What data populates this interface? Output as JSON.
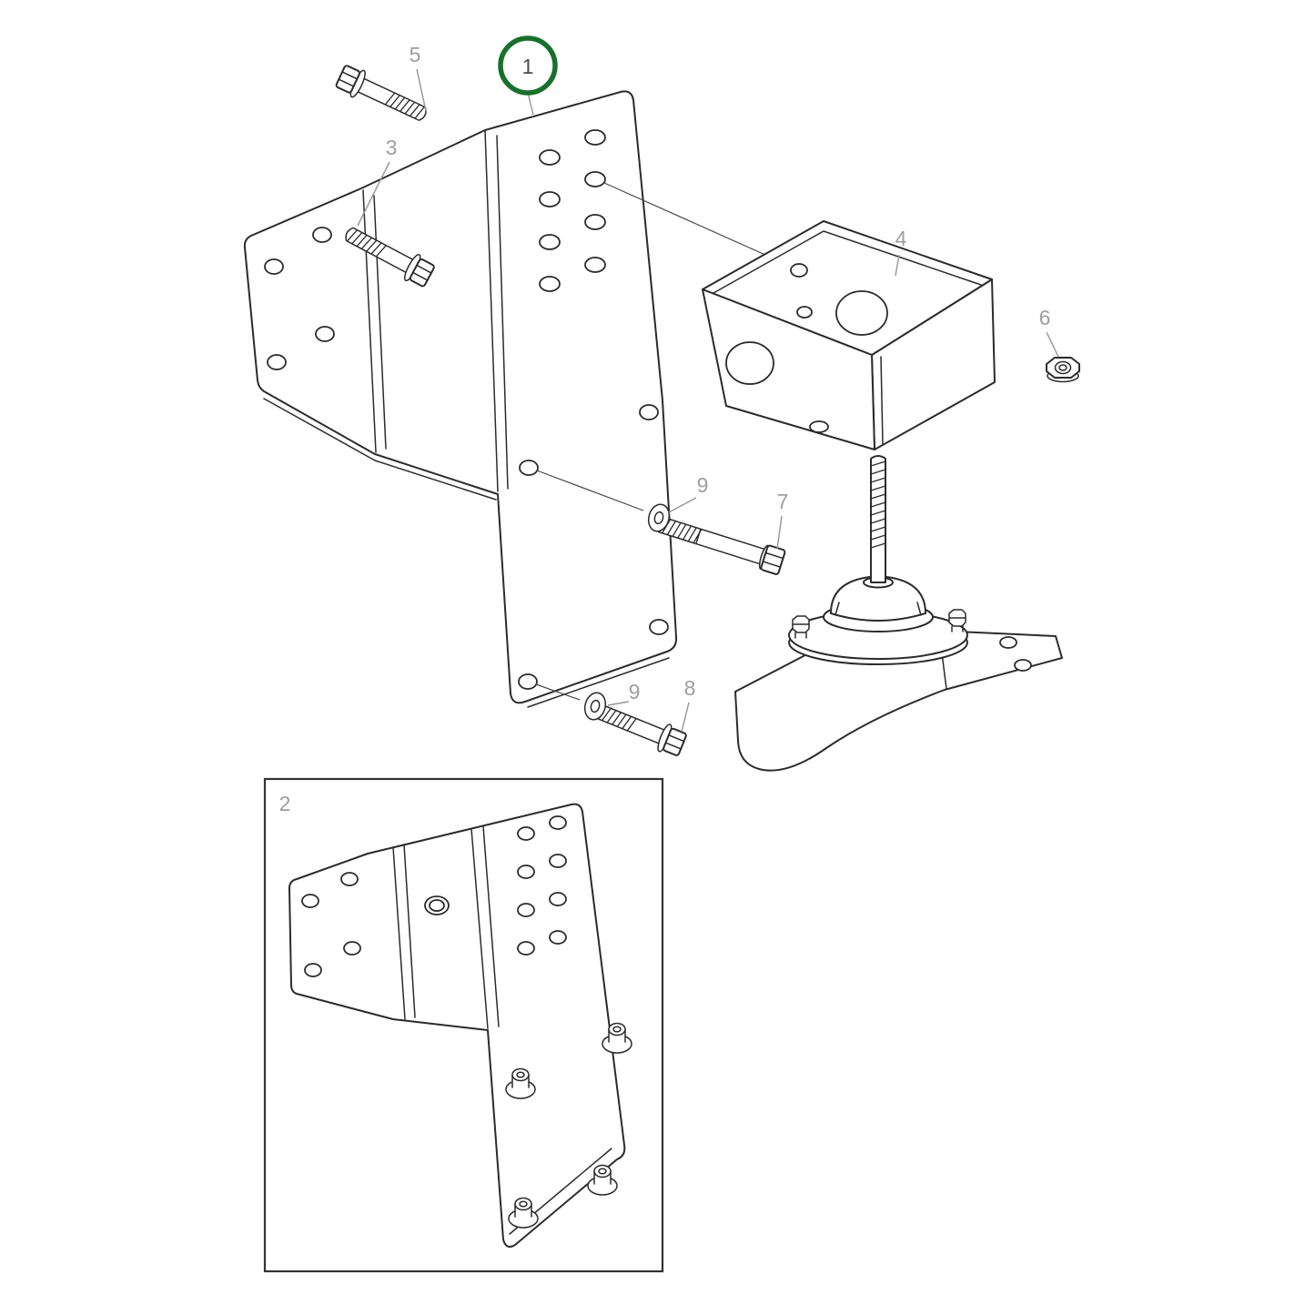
{
  "diagram": {
    "background_color": "#ffffff",
    "line_color": "#2b2b2b",
    "label_color": "#9e9e9e",
    "highlight_color": "#17702b",
    "highlighted_callout": "1",
    "callouts": [
      {
        "id": "callout-5",
        "label": "5"
      },
      {
        "id": "callout-1",
        "label": "1",
        "highlighted": true
      },
      {
        "id": "callout-3",
        "label": "3"
      },
      {
        "id": "callout-4",
        "label": "4"
      },
      {
        "id": "callout-6",
        "label": "6"
      },
      {
        "id": "callout-9-upper",
        "label": "9"
      },
      {
        "id": "callout-7",
        "label": "7"
      },
      {
        "id": "callout-9-lower",
        "label": "9"
      },
      {
        "id": "callout-8",
        "label": "8"
      },
      {
        "id": "callout-2",
        "label": "2"
      }
    ]
  }
}
